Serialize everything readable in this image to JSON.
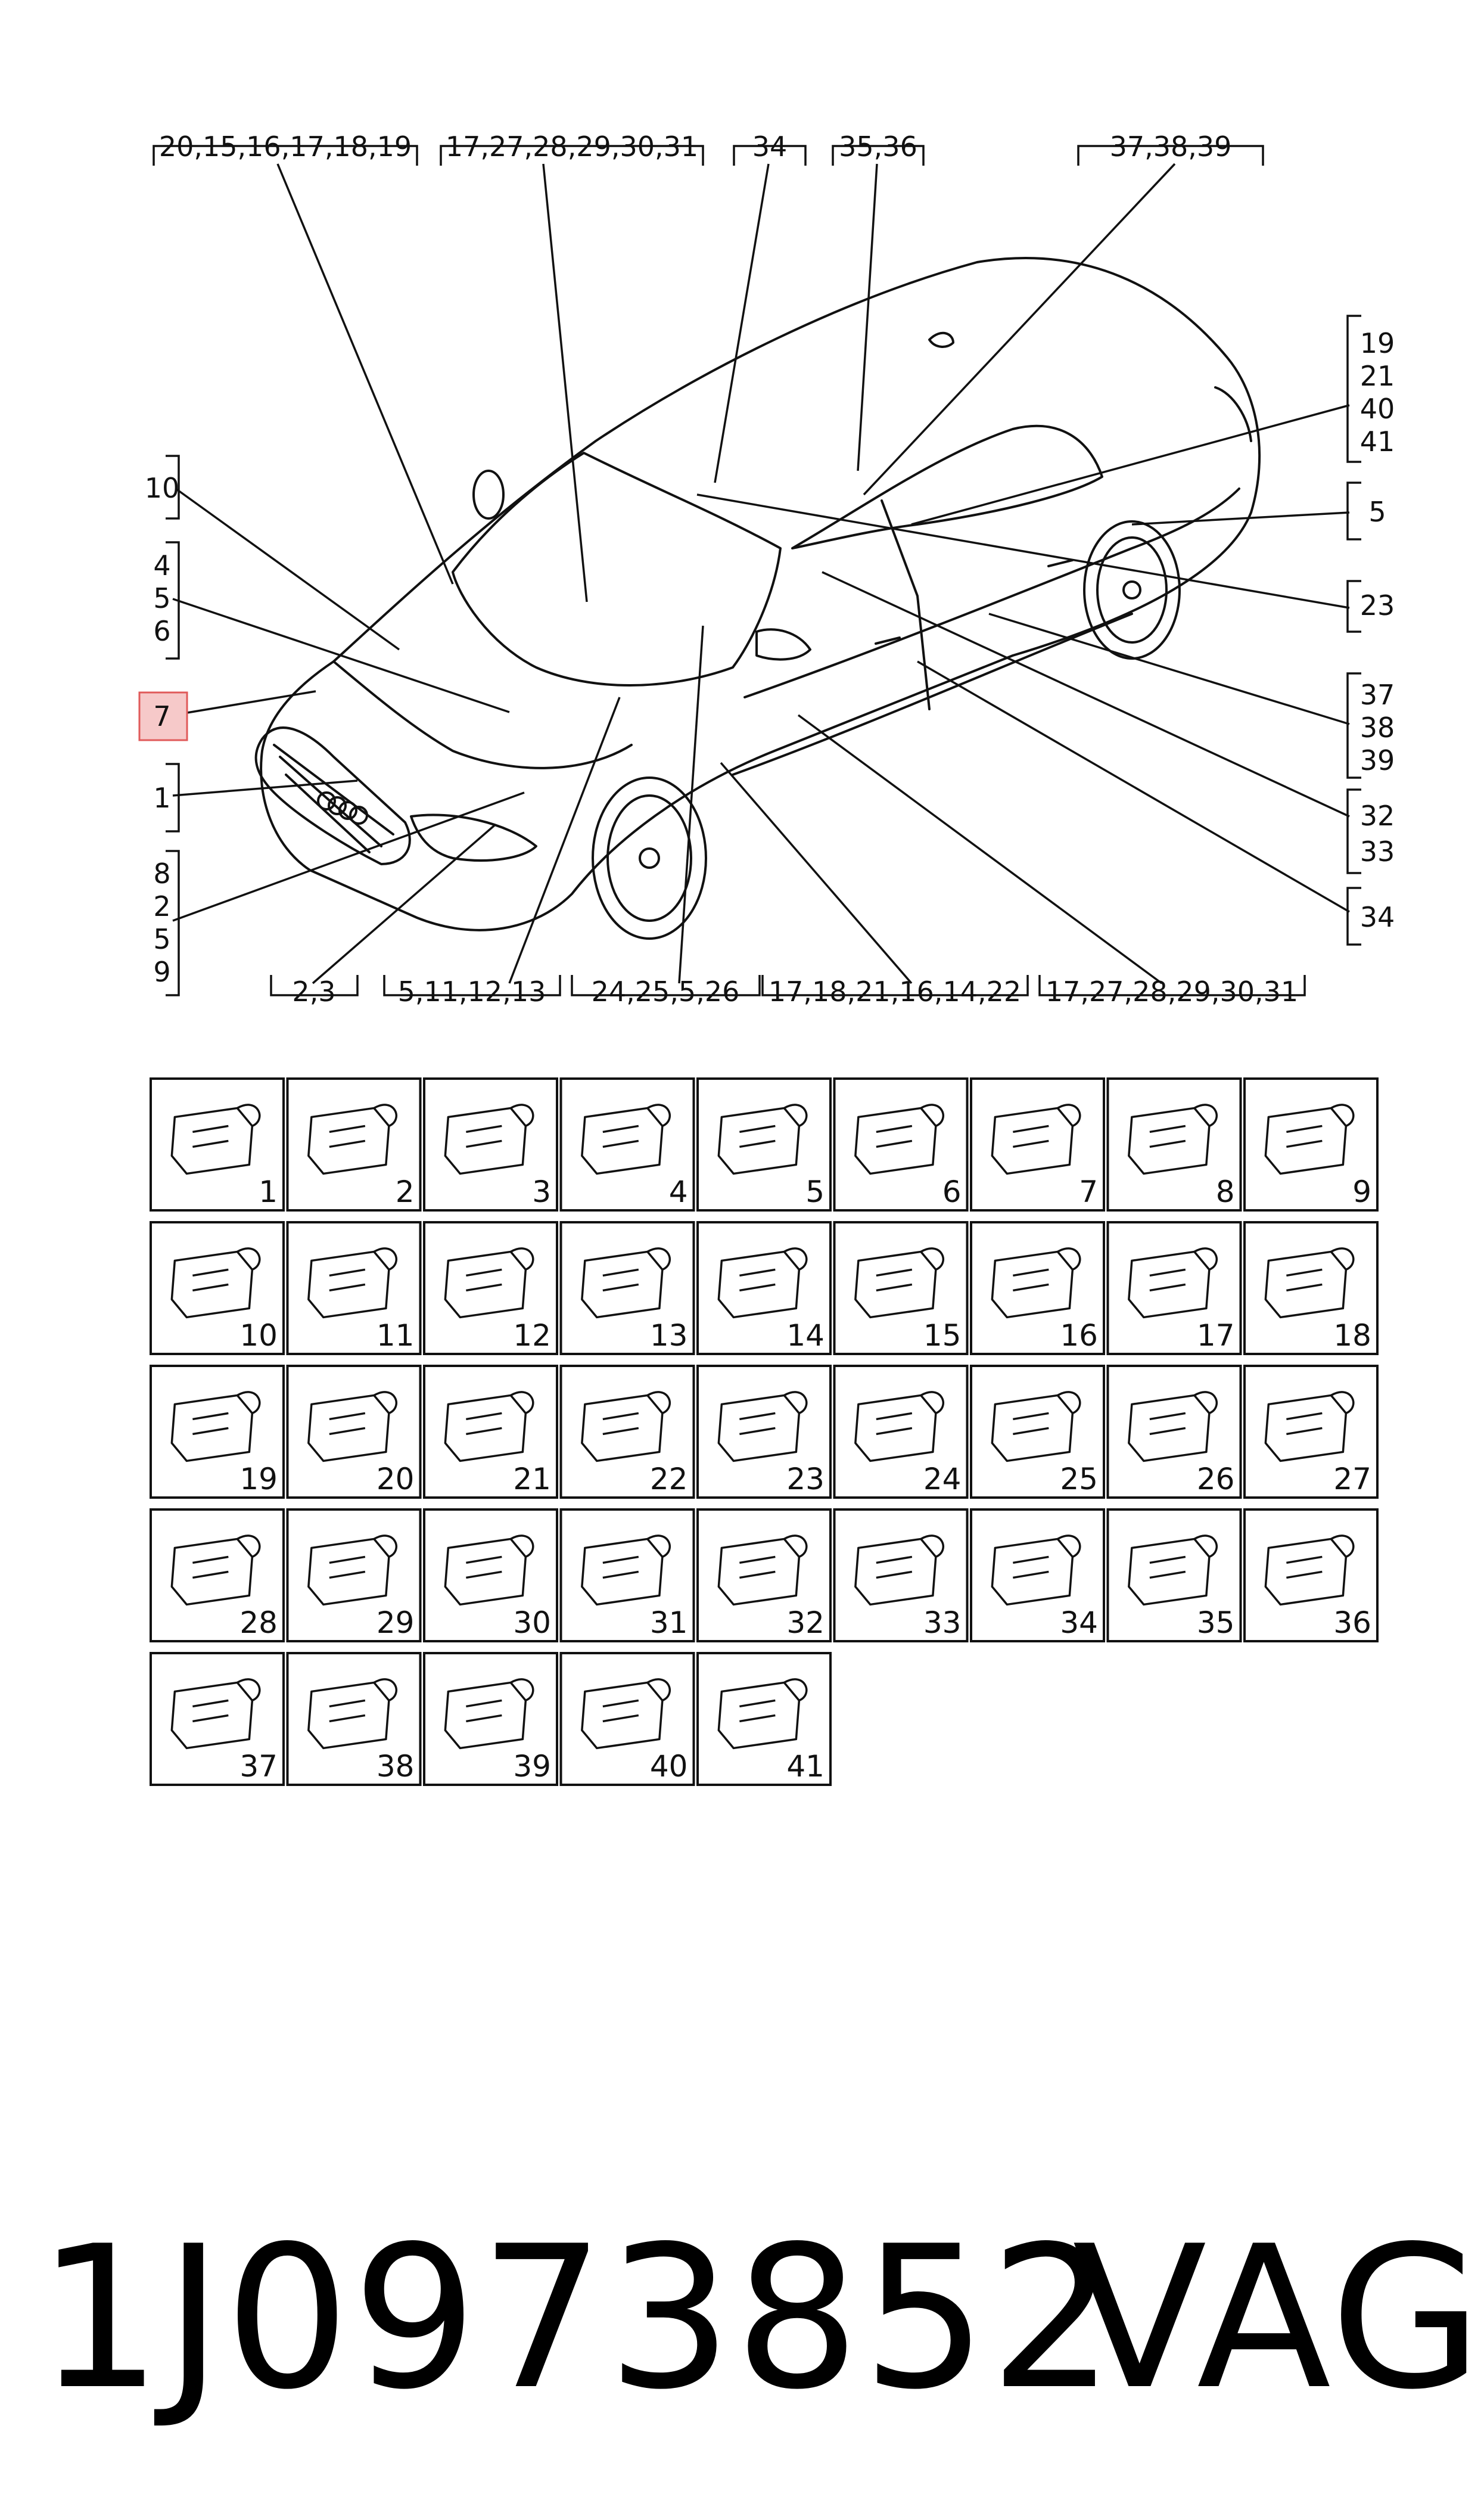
{
  "top_callouts": [
    "20,15,16,17,18,19",
    "17,27,28,29,30,31",
    "34",
    "35,36",
    "37,38,39"
  ],
  "bottom_callouts": [
    "2,3",
    "5,11,12,13",
    "24,25,5,26",
    "17,18,21,16,14,22",
    "17,27,28,29,30,31"
  ],
  "left_callouts": [
    {
      "lines": [
        "10"
      ],
      "highlight": false
    },
    {
      "lines": [
        "4",
        "5",
        "6"
      ],
      "highlight": false
    },
    {
      "lines": [
        "7"
      ],
      "highlight": true
    },
    {
      "lines": [
        "1"
      ],
      "highlight": false
    },
    {
      "lines": [
        "8",
        "2",
        "5",
        "9"
      ],
      "highlight": false
    }
  ],
  "right_callouts": [
    {
      "lines": [
        "19",
        "21",
        "40",
        "41"
      ]
    },
    {
      "lines": [
        "5"
      ]
    },
    {
      "lines": [
        "23"
      ]
    },
    {
      "lines": [
        "37",
        "38",
        "39"
      ]
    },
    {
      "lines": [
        "32",
        "33"
      ]
    },
    {
      "lines": [
        "34"
      ]
    }
  ],
  "connector_grid": [
    "1",
    "2",
    "3",
    "4",
    "5",
    "6",
    "7",
    "8",
    "9",
    "10",
    "11",
    "12",
    "13",
    "14",
    "15",
    "16",
    "17",
    "18",
    "19",
    "20",
    "21",
    "22",
    "23",
    "24",
    "25",
    "26",
    "27",
    "28",
    "29",
    "30",
    "31",
    "32",
    "33",
    "34",
    "35",
    "36",
    "37",
    "38",
    "39",
    "40",
    "41"
  ],
  "highlight_color": "#f6c9c9",
  "highlight_border": "#e05a5a",
  "part_number": "1J0973852",
  "brand": "VAG"
}
